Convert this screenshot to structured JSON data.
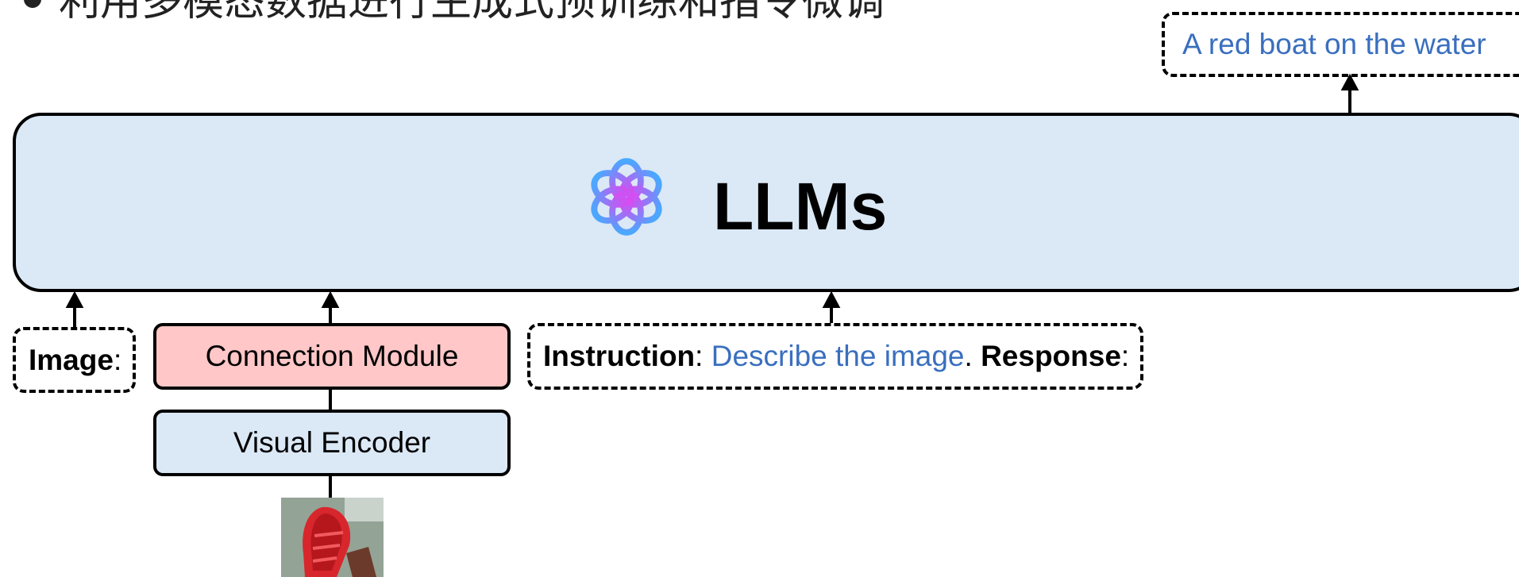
{
  "title": "利用多模态数据进行生成式预训练和指令微调",
  "llm": {
    "label": "LLMs",
    "logo_icon": "openai-logo-icon"
  },
  "output": {
    "text": "A red boat on the water"
  },
  "image_input": {
    "label": "Image",
    "colon": ":"
  },
  "connection_module": {
    "label": "Connection Module",
    "color": "#ffc7c7"
  },
  "visual_encoder": {
    "label": "Visual Encoder",
    "color": "#dbe8f6"
  },
  "prompt": {
    "instruction_label": "Instruction",
    "colon1": ": ",
    "instruction_text": "Describe the image",
    "period": ". ",
    "response_label": "Response",
    "colon2": ":"
  },
  "colors": {
    "llm_box": "#dbe8f6",
    "blue_text": "#3a6fbf",
    "logo_top": "#4aa8ff",
    "logo_bottom": "#d64cf0"
  }
}
